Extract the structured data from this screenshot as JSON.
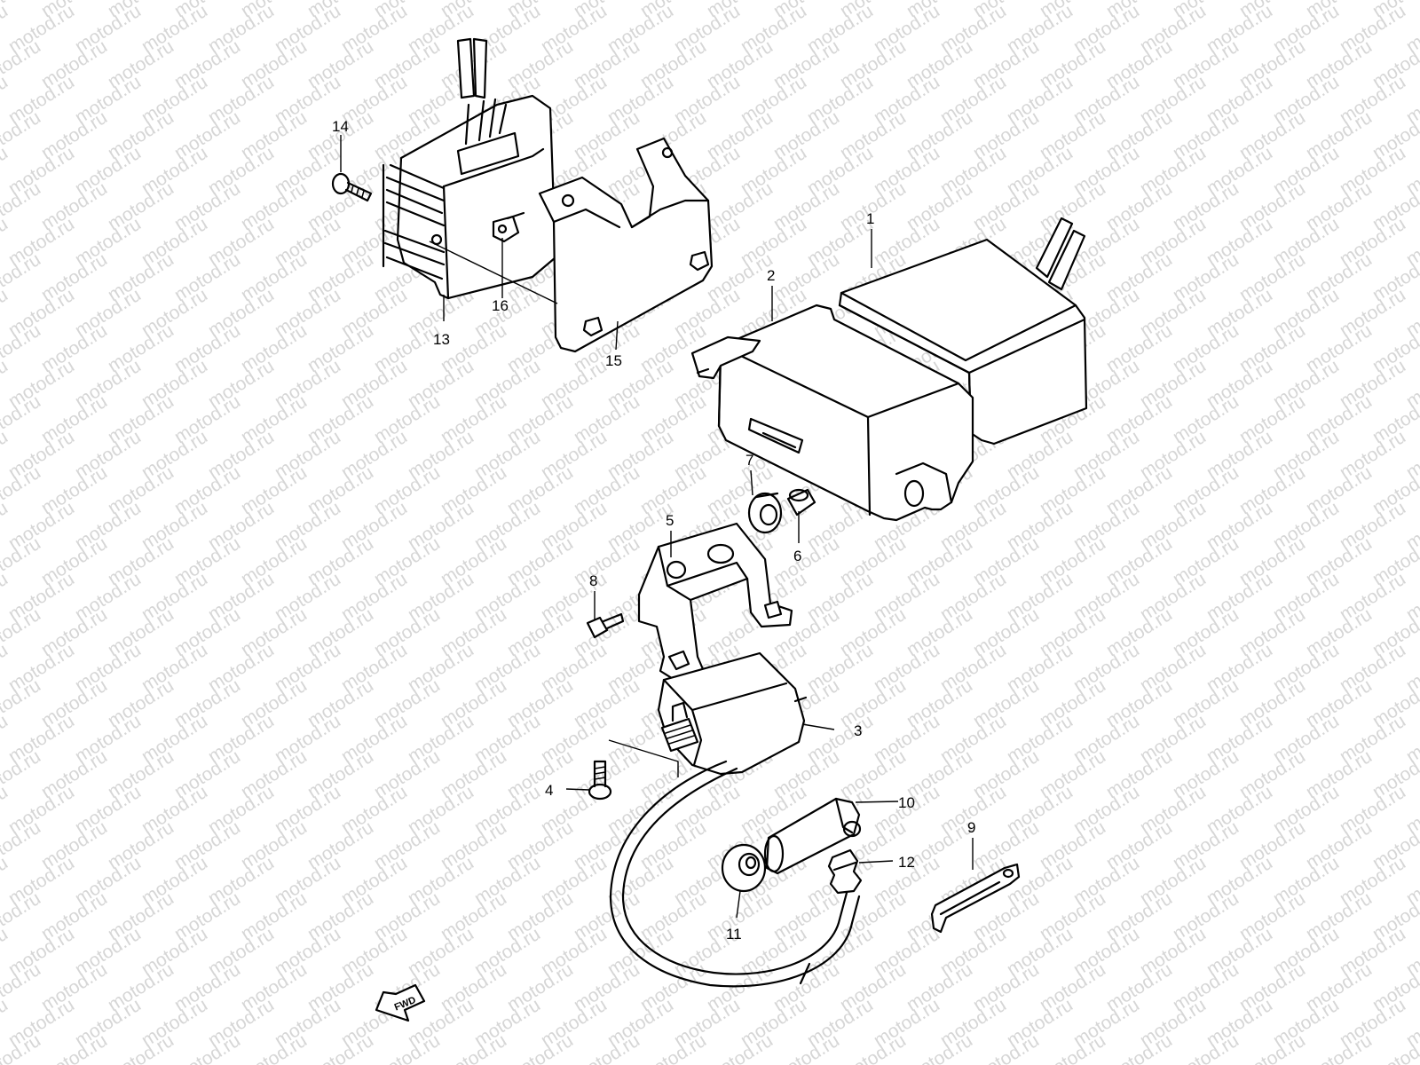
{
  "watermark": "motod.ru",
  "fwd_label": "FWD",
  "callouts": [
    {
      "id": "c1",
      "text": "1"
    },
    {
      "id": "c2",
      "text": "2"
    },
    {
      "id": "c3",
      "text": "3"
    },
    {
      "id": "c4",
      "text": "4"
    },
    {
      "id": "c5",
      "text": "5"
    },
    {
      "id": "c6",
      "text": "6"
    },
    {
      "id": "c7",
      "text": "7"
    },
    {
      "id": "c8",
      "text": "8"
    },
    {
      "id": "c9",
      "text": "9"
    },
    {
      "id": "c10",
      "text": "10"
    },
    {
      "id": "c11",
      "text": "11"
    },
    {
      "id": "c12",
      "text": "12"
    },
    {
      "id": "c13",
      "text": "13"
    },
    {
      "id": "c14",
      "text": "14"
    },
    {
      "id": "c15",
      "text": "15"
    },
    {
      "id": "c16",
      "text": "16"
    }
  ]
}
